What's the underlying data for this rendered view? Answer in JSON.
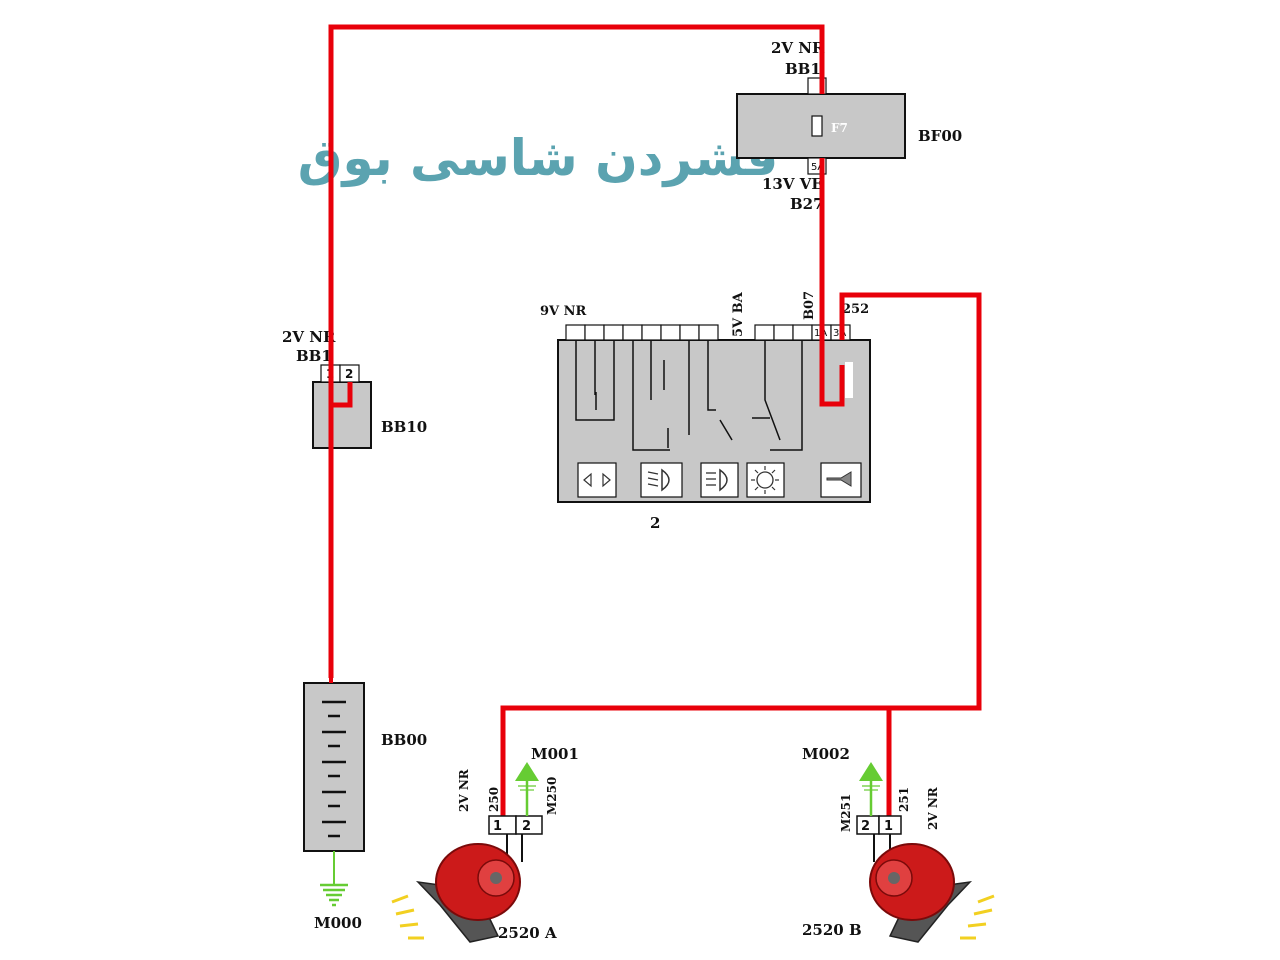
{
  "title": "فشردن شاسی بوق",
  "fuse_box": {
    "id": "BF00",
    "fuse_label": "F7",
    "top_pin_spec": "2V NR",
    "top_connector": "BB1",
    "bottom_pin": "5A",
    "bottom_pin_spec": "13V VE",
    "bottom_connector": "B27"
  },
  "battery_fuse": {
    "id": "BB10",
    "pin_spec": "2V NR",
    "connector": "BB1",
    "pin1": "1",
    "pin2": "2"
  },
  "battery": {
    "id": "BB00",
    "ground": "M000"
  },
  "switch_unit": {
    "id": "2",
    "left_connector": "9V NR",
    "mid_connector": "5V BA",
    "right_connector": "B07",
    "pin_1a": "1A",
    "pin_3a": "3A",
    "wire_252": "252"
  },
  "horn_a": {
    "id": "2520 A",
    "ground": "M001",
    "pin1": "1",
    "pin2": "2",
    "spec": "2V NR",
    "wire": "250",
    "ground_wire": "M250"
  },
  "horn_b": {
    "id": "2520 B",
    "ground": "M002",
    "pin1": "1",
    "pin2": "2",
    "spec": "2V NR",
    "wire": "251",
    "ground_wire": "M251"
  },
  "colors": {
    "wire": "#e8000a",
    "component_fill": "#c8c8c8",
    "ground_arrow": "#66cc33",
    "title": "#5ba3b0",
    "horn_body": "#cc1a1a"
  },
  "icons": [
    "indicator-arrows-icon",
    "low-beam-icon",
    "high-beam-icon",
    "lights-icon",
    "horn-icon"
  ]
}
